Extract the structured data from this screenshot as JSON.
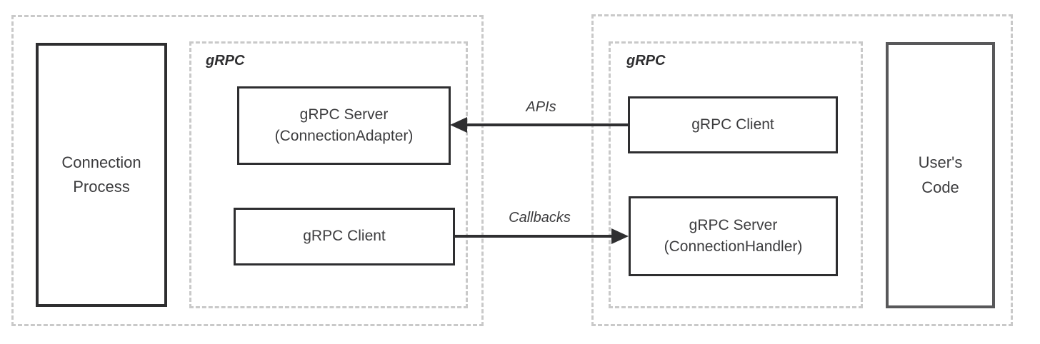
{
  "colors": {
    "background": "#ffffff",
    "dashed_border": "#c9c9c9",
    "solid_border": "#2e2e30",
    "users_code_border": "#58585a",
    "text": "#3c3c3e",
    "arrow": "#2f2f31"
  },
  "left_region": {
    "process_box": {
      "line1": "Connection",
      "line2": "Process"
    },
    "grpc_container_label": "gRPC",
    "server_box": {
      "line1": "gRPC Server",
      "line2": "(ConnectionAdapter)"
    },
    "client_box": {
      "label": "gRPC Client"
    }
  },
  "right_region": {
    "grpc_container_label": "gRPC",
    "client_box": {
      "label": "gRPC Client"
    },
    "server_box": {
      "line1": "gRPC Server",
      "line2": "(ConnectionHandler)"
    },
    "users_code_box": {
      "line1": "User's",
      "line2": "Code"
    }
  },
  "arrows": [
    {
      "label": "APIs",
      "direction": "left"
    },
    {
      "label": "Callbacks",
      "direction": "right"
    }
  ]
}
